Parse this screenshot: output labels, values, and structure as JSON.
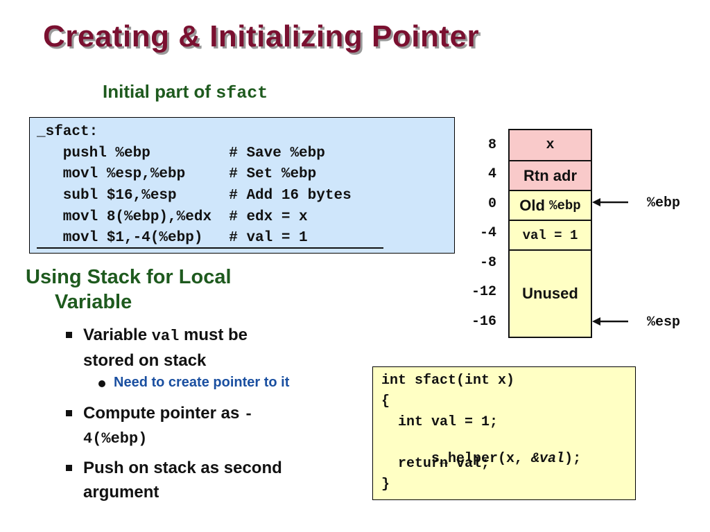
{
  "slide": {
    "title": "Creating & Initializing Pointer",
    "subtitle_text": "Initial part of ",
    "subtitle_code": "sfact"
  },
  "asm": {
    "lines": [
      "_sfact:",
      "   pushl %ebp         # Save %ebp",
      "   movl %esp,%ebp     # Set %ebp",
      "   subl $16,%esp      # Add 16 bytes",
      "   movl 8(%ebp),%edx  # edx = x",
      "   movl $1,-4(%ebp)   # val = 1"
    ]
  },
  "stack": {
    "offsets": [
      "8",
      "4",
      "0",
      "-4",
      "-8",
      "-12",
      "-16"
    ],
    "cell_x": "x",
    "cell_rtn": "Rtn adr",
    "cell_old_text": "Old ",
    "cell_old_code": "%ebp",
    "cell_val": "val = 1",
    "cell_unused": "Unused",
    "ebp_label": "%ebp",
    "esp_label": "%esp"
  },
  "notes": {
    "heading_line1": "Using Stack for Local",
    "heading_line2": "Variable",
    "b1_pre": "Variable ",
    "b1_code": "val",
    "b1_post": " must be",
    "b1_line2": "stored on stack",
    "sub1": "Need to create pointer to it",
    "b2_pre": "Compute pointer as ",
    "b2_code1": "-",
    "b2_code2": "4(%ebp)",
    "b3_line1": "Push on stack as second",
    "b3_line2": "argument"
  },
  "c_code": {
    "l1": "int sfact(int x)",
    "l2": "{",
    "l3": "  int val = 1;",
    "l4_pre": "  s_helper(x, ",
    "l4_it": "&val",
    "l4_post": ");",
    "l5": "  return val;",
    "l6": "}"
  },
  "colors": {
    "title": "#7a1030",
    "heading_green": "#1e5a1e",
    "asm_bg": "#cfe6fb",
    "cell_pink": "#f9caca",
    "cell_yellow": "#ffffc4",
    "sub_bullet_blue": "#1a4fa0"
  }
}
